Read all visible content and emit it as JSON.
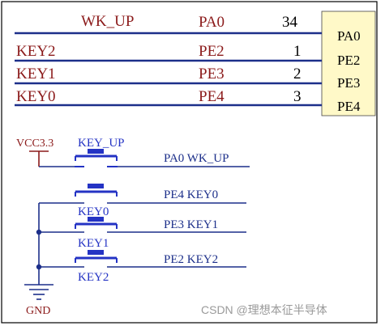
{
  "colors": {
    "red": "#8b1a1a",
    "net_blue": "#1c2f8a",
    "switch_blue": "#2433c4",
    "chip_fill": "#fff9c8",
    "frame": "#000000"
  },
  "top_nets": [
    {
      "name": "WK_UP",
      "pin": "PA0",
      "pin_number": "34",
      "chip_label": "PA0"
    },
    {
      "name": "KEY2",
      "pin": "PE2",
      "pin_number": "1",
      "chip_label": "PE2"
    },
    {
      "name": "KEY1",
      "pin": "PE3",
      "pin_number": "2",
      "chip_label": "PE3"
    },
    {
      "name": "KEY0",
      "pin": "PE4",
      "pin_number": "3",
      "chip_label": "PE4"
    }
  ],
  "switches": [
    {
      "name": "KEY_UP",
      "net_label": "PA0 WK_UP"
    },
    {
      "name": "KEY0",
      "net_label": "PE4 KEY0"
    },
    {
      "name": "KEY1",
      "net_label": "PE3 KEY1"
    },
    {
      "name": "KEY2",
      "net_label": "PE2 KEY2"
    }
  ],
  "power": {
    "vcc_label": "VCC3.3",
    "gnd_label": "GND"
  },
  "watermark": "CSDN @理想本征半导体"
}
